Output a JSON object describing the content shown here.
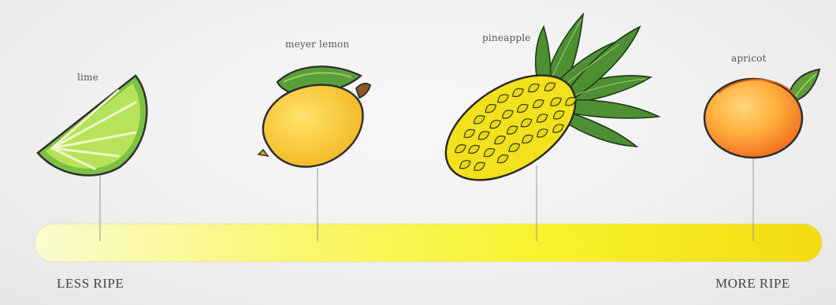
{
  "fruits": [
    {
      "label": "lime",
      "icon": "lime-wedge-icon"
    },
    {
      "label": "meyer lemon",
      "icon": "meyer-lemon-icon"
    },
    {
      "label": "pineapple",
      "icon": "pineapple-icon"
    },
    {
      "label": "apricot",
      "icon": "apricot-icon"
    }
  ],
  "scale": {
    "start_label": "LESS RIPE",
    "end_label": "MORE RIPE",
    "gradient_colors": [
      "#fbfcb0",
      "#fcf82a",
      "#f3de0e"
    ]
  }
}
